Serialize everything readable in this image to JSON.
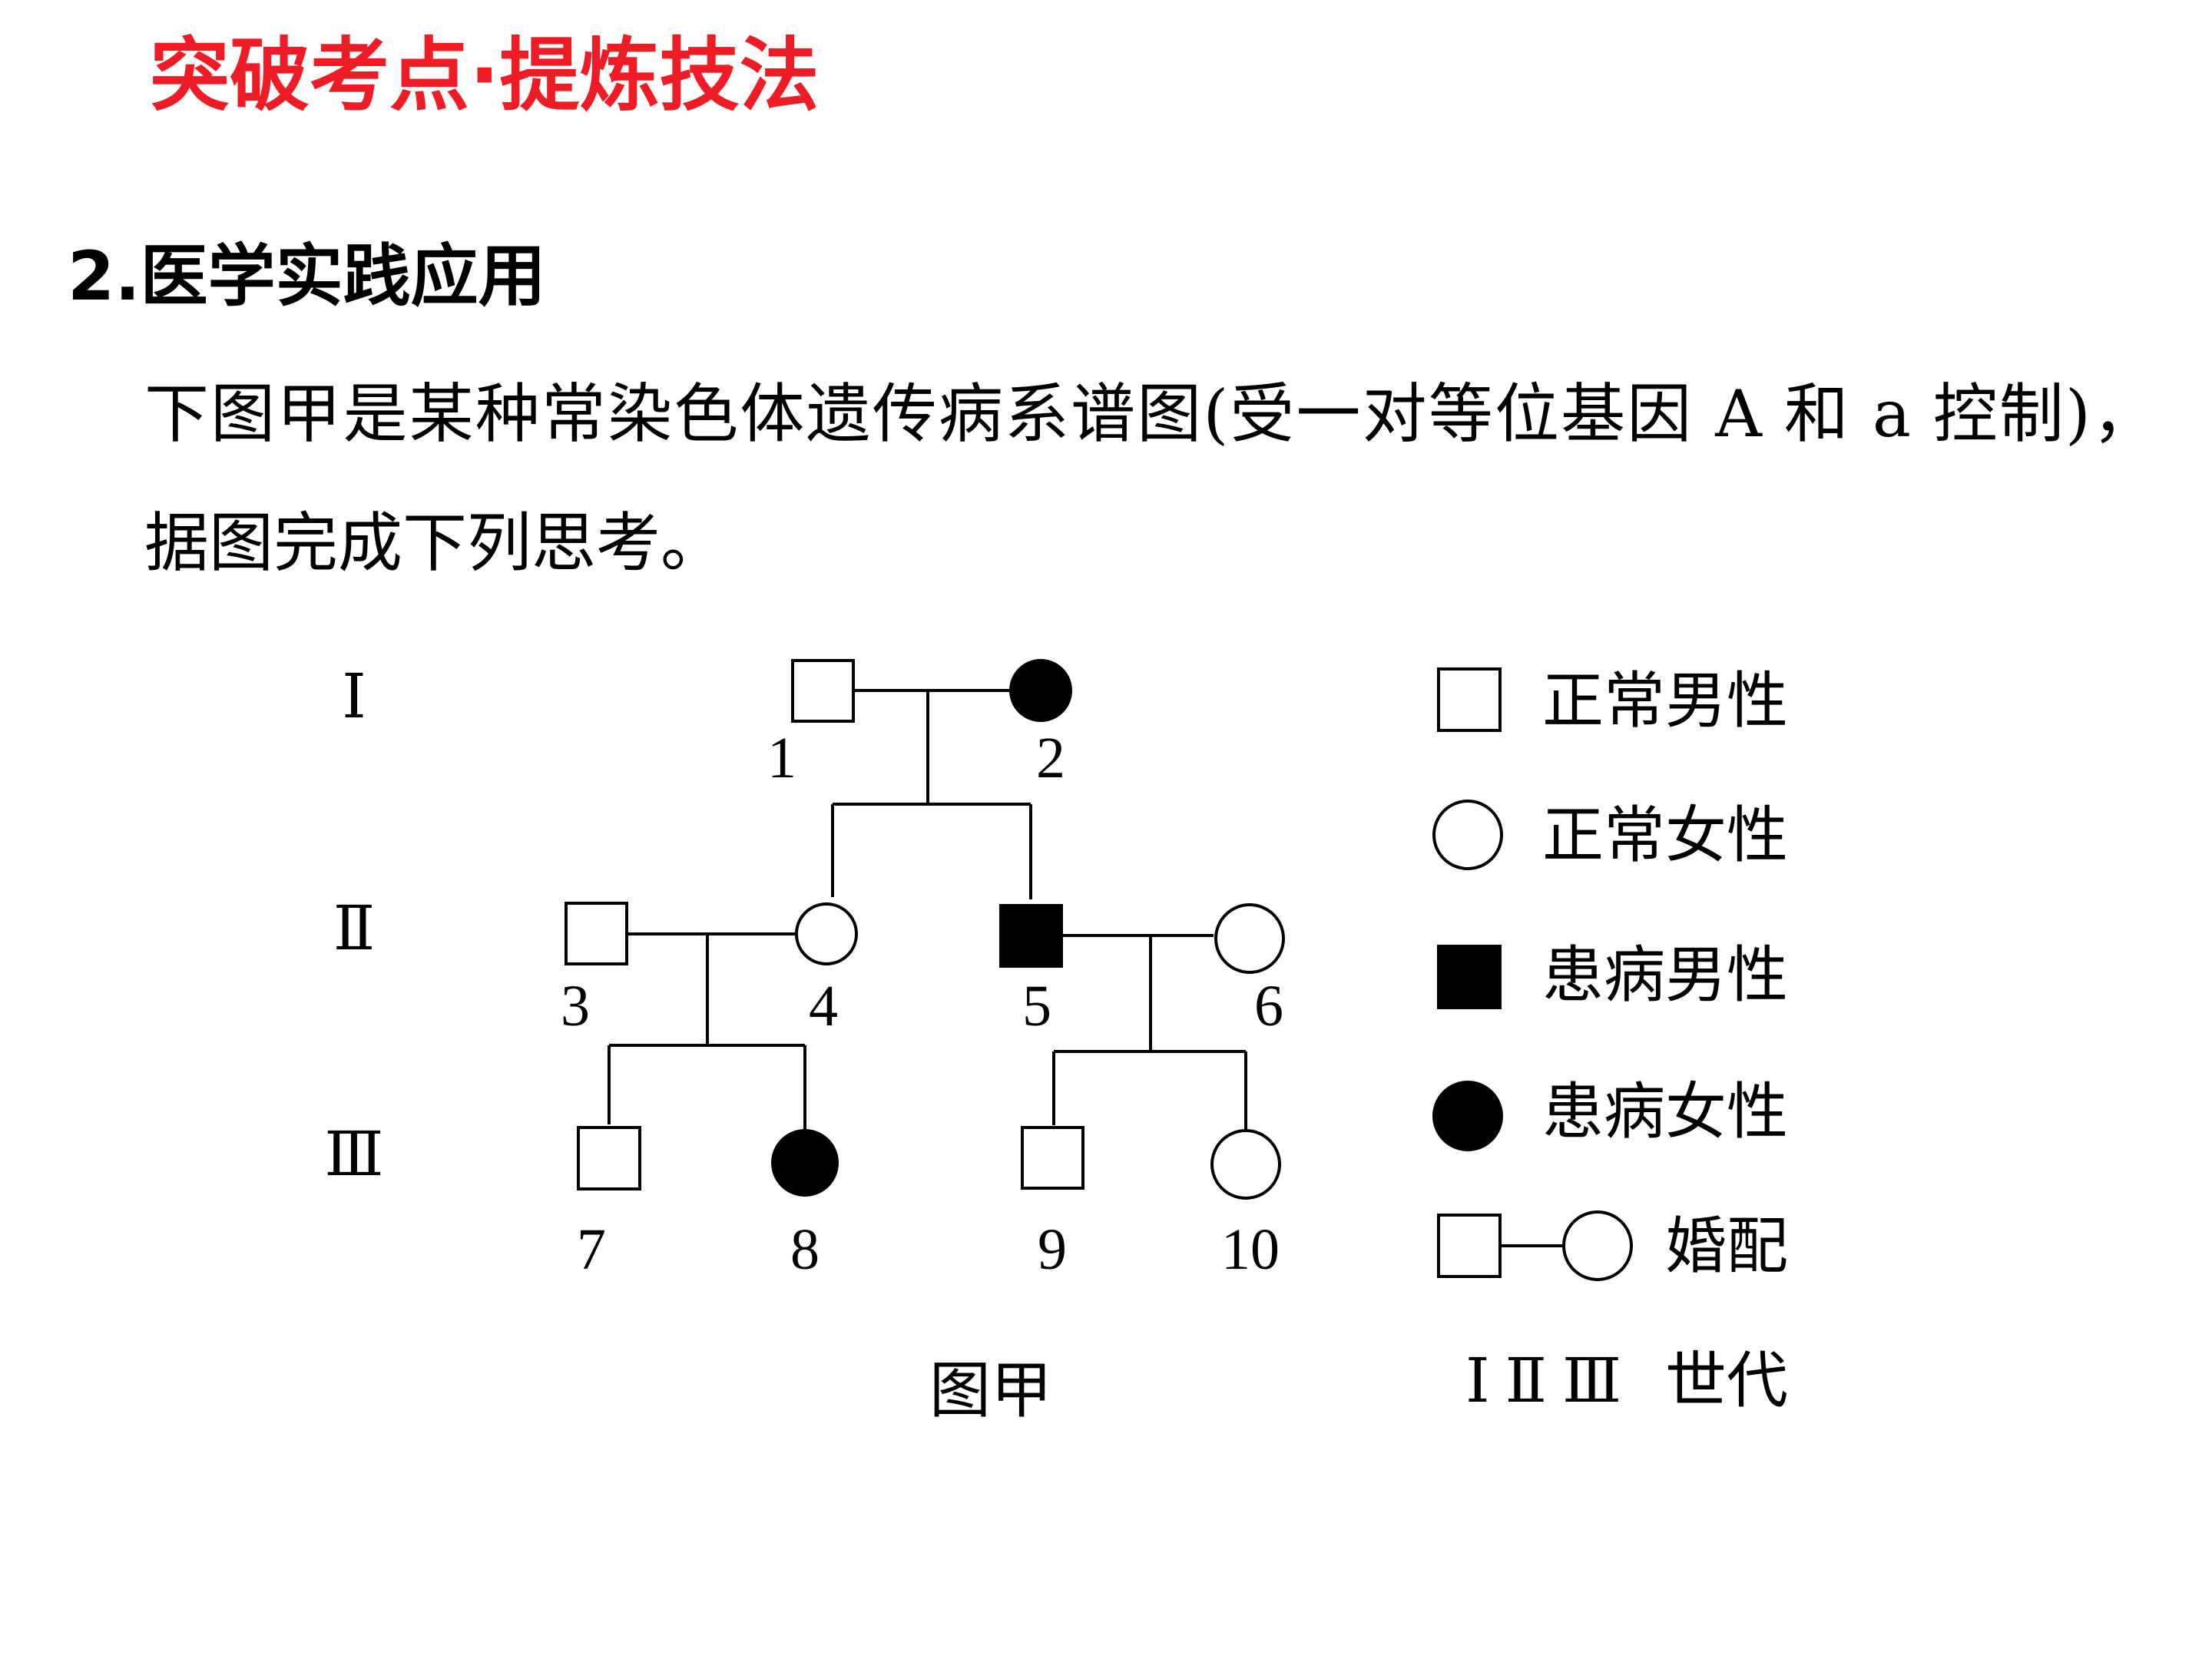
{
  "slide": {
    "title": "突破考点·提炼技法",
    "title_color": "#ee1c25"
  },
  "section": {
    "heading": "2.医学实践应用",
    "question": "下图甲是某种常染色体遗传病系谱图(受一对等位基因 A 和 a 控制)，据图完成下列思考。"
  },
  "pedigree": {
    "caption": "图甲",
    "generations": [
      {
        "label": "Ⅰ"
      },
      {
        "label": "Ⅱ"
      },
      {
        "label": "Ⅲ"
      }
    ],
    "individuals": [
      {
        "id": "1",
        "sex": "male",
        "affected": false
      },
      {
        "id": "2",
        "sex": "female",
        "affected": true
      },
      {
        "id": "3",
        "sex": "male",
        "affected": false
      },
      {
        "id": "4",
        "sex": "female",
        "affected": false
      },
      {
        "id": "5",
        "sex": "male",
        "affected": true
      },
      {
        "id": "6",
        "sex": "female",
        "affected": false
      },
      {
        "id": "7",
        "sex": "male",
        "affected": false
      },
      {
        "id": "8",
        "sex": "female",
        "affected": true
      },
      {
        "id": "9",
        "sex": "male",
        "affected": false
      },
      {
        "id": "10",
        "sex": "female",
        "affected": false
      }
    ],
    "relations": {
      "marriages": [
        [
          "1",
          "2"
        ],
        [
          "3",
          "4"
        ],
        [
          "5",
          "6"
        ]
      ],
      "children": [
        {
          "parents": [
            "1",
            "2"
          ],
          "children": [
            "4",
            "5"
          ]
        },
        {
          "parents": [
            "3",
            "4"
          ],
          "children": [
            "7",
            "8"
          ]
        },
        {
          "parents": [
            "5",
            "6"
          ],
          "children": [
            "9",
            "10"
          ]
        }
      ]
    },
    "legend": [
      {
        "symbol": "male",
        "label": "正常男性"
      },
      {
        "symbol": "female",
        "label": "正常女性"
      },
      {
        "symbol": "affected-male",
        "label": "患病男性"
      },
      {
        "symbol": "affected-female",
        "label": "患病女性"
      },
      {
        "symbol": "marriage",
        "label": "婚配"
      },
      {
        "symbol": "generation-numerals",
        "numerals": "Ⅰ Ⅱ Ⅲ",
        "label": "世代"
      }
    ]
  }
}
